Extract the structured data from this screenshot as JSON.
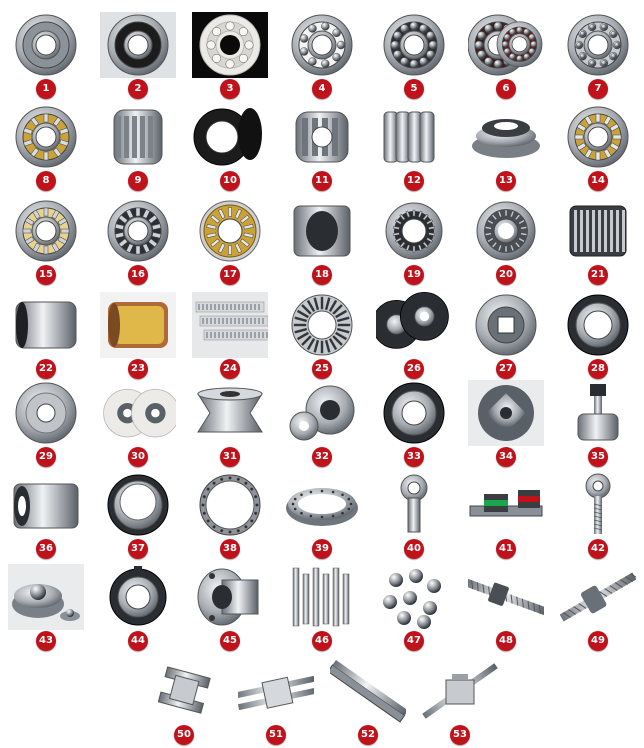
{
  "colors": {
    "badge": "#c0121b",
    "steel": "#9aa0a6",
    "steel_dark": "#4a4f55",
    "rubber": "#1c1c1c",
    "brass": "#c9a23a",
    "ceramic": "#eceae6",
    "bronze": "#b06a3a",
    "black_bg": "#0a0a0a"
  },
  "items": [
    {
      "number": "1",
      "icon": "shielded-ball-bearing-icon"
    },
    {
      "number": "2",
      "icon": "sealed-ball-bearing-icon"
    },
    {
      "number": "3",
      "icon": "ceramic-bearing-icon"
    },
    {
      "number": "4",
      "icon": "open-ball-bearing-icon"
    },
    {
      "number": "5",
      "icon": "deep-groove-bearing-icon"
    },
    {
      "number": "6",
      "icon": "angular-contact-bearing-icon"
    },
    {
      "number": "7",
      "icon": "self-aligning-bearing-icon"
    },
    {
      "number": "8",
      "icon": "brass-cage-bearing-icon"
    },
    {
      "number": "9",
      "icon": "spherical-roller-bearing-icon"
    },
    {
      "number": "10",
      "icon": "rubber-seal-icon"
    },
    {
      "number": "11",
      "icon": "tapered-roller-bearing-icon"
    },
    {
      "number": "12",
      "icon": "four-row-roller-bearing-icon"
    },
    {
      "number": "13",
      "icon": "thrust-roller-bearing-icon"
    },
    {
      "number": "14",
      "icon": "cylindrical-roller-brass-icon"
    },
    {
      "number": "15",
      "icon": "cylindrical-roller-bearing-icon"
    },
    {
      "number": "16",
      "icon": "full-complement-roller-icon"
    },
    {
      "number": "17",
      "icon": "thrust-cylindrical-bearing-icon"
    },
    {
      "number": "18",
      "icon": "needle-bushing-icon"
    },
    {
      "number": "19",
      "icon": "needle-roller-bearing-icon"
    },
    {
      "number": "20",
      "icon": "combined-needle-bearing-icon"
    },
    {
      "number": "21",
      "icon": "needle-cage-icon"
    },
    {
      "number": "22",
      "icon": "sleeve-bushing-icon"
    },
    {
      "number": "23",
      "icon": "bronze-bushing-icon"
    },
    {
      "number": "24",
      "icon": "needle-rails-icon"
    },
    {
      "number": "25",
      "icon": "thrust-needle-washer-icon"
    },
    {
      "number": "26",
      "icon": "track-roller-pair-icon"
    },
    {
      "number": "27",
      "icon": "cam-follower-bearing-icon"
    },
    {
      "number": "28",
      "icon": "one-way-clutch-bearing-icon"
    },
    {
      "number": "29",
      "icon": "guide-wheel-icon"
    },
    {
      "number": "30",
      "icon": "nylon-wheel-pair-icon"
    },
    {
      "number": "31",
      "icon": "v-groove-wheel-icon"
    },
    {
      "number": "32",
      "icon": "combined-track-roller-icon"
    },
    {
      "number": "33",
      "icon": "spherical-plain-bearing-icon"
    },
    {
      "number": "34",
      "icon": "cross-roller-block-icon"
    },
    {
      "number": "35",
      "icon": "stud-cam-follower-icon"
    },
    {
      "number": "36",
      "icon": "linear-bushing-icon"
    },
    {
      "number": "37",
      "icon": "insert-bearing-icon"
    },
    {
      "number": "38",
      "icon": "slewing-ring-icon"
    },
    {
      "number": "39",
      "icon": "crossed-roller-ring-icon"
    },
    {
      "number": "40",
      "icon": "rod-end-female-icon"
    },
    {
      "number": "41",
      "icon": "linear-guide-rail-icon"
    },
    {
      "number": "42",
      "icon": "rod-end-male-icon"
    },
    {
      "number": "43",
      "icon": "ball-transfer-unit-icon"
    },
    {
      "number": "44",
      "icon": "adapter-sleeve-icon"
    },
    {
      "number": "45",
      "icon": "flanged-linear-bushing-icon"
    },
    {
      "number": "46",
      "icon": "linear-shafts-icon"
    },
    {
      "number": "47",
      "icon": "steel-balls-icon"
    },
    {
      "number": "48",
      "icon": "ball-screw-icon"
    },
    {
      "number": "49",
      "icon": "ball-screw-nut-icon"
    },
    {
      "number": "50",
      "icon": "miniature-slide-icon"
    },
    {
      "number": "51",
      "icon": "linear-stage-icon"
    },
    {
      "number": "52",
      "icon": "supported-rail-icon"
    },
    {
      "number": "53",
      "icon": "shaft-block-icon"
    }
  ]
}
